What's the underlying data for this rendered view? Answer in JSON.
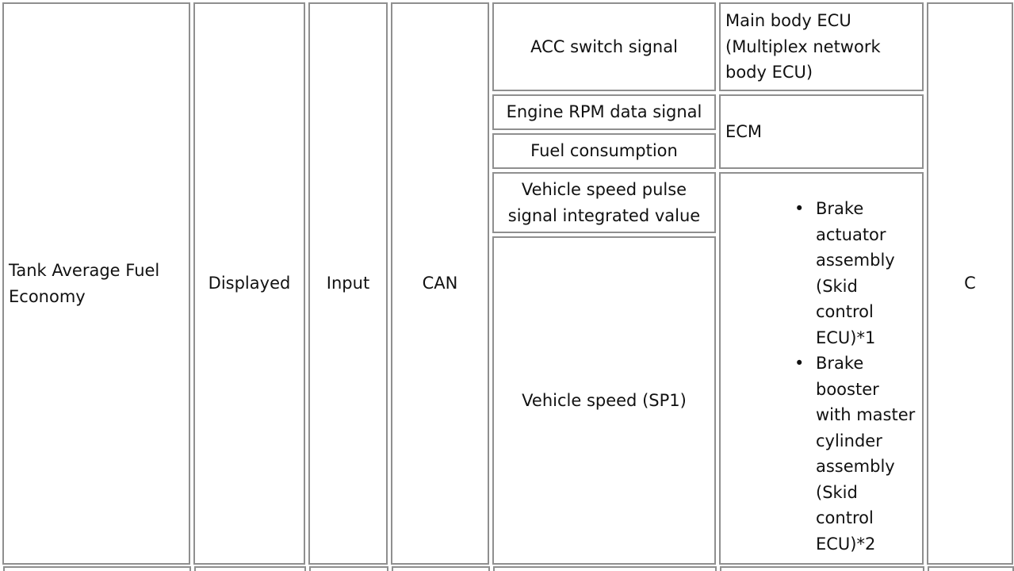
{
  "row": {
    "item": "Tank Average Fuel Economy",
    "display": "Displayed",
    "io": "Input",
    "comm": "CAN",
    "code": "C"
  },
  "signals": [
    {
      "name": "ACC switch signal",
      "source_lines": [
        "Main body ECU",
        "(Multiplex network",
        "body ECU)"
      ]
    },
    {
      "name": "Engine RPM data signal",
      "source": "ECM"
    },
    {
      "name": "Fuel consumption"
    },
    {
      "name_lines": [
        "Vehicle speed pulse",
        "signal integrated value"
      ]
    },
    {
      "name": "Vehicle speed (SP1)"
    }
  ],
  "ecu_list": {
    "bullet_glyph": "•",
    "items": [
      {
        "lines": [
          "Brake",
          "actuator",
          "assembly",
          "(Skid",
          "control",
          "ECU)*1"
        ]
      },
      {
        "lines": [
          "Brake",
          "booster",
          "with master",
          "cylinder",
          "assembly",
          "(Skid",
          "control",
          "ECU)*2"
        ]
      }
    ]
  }
}
